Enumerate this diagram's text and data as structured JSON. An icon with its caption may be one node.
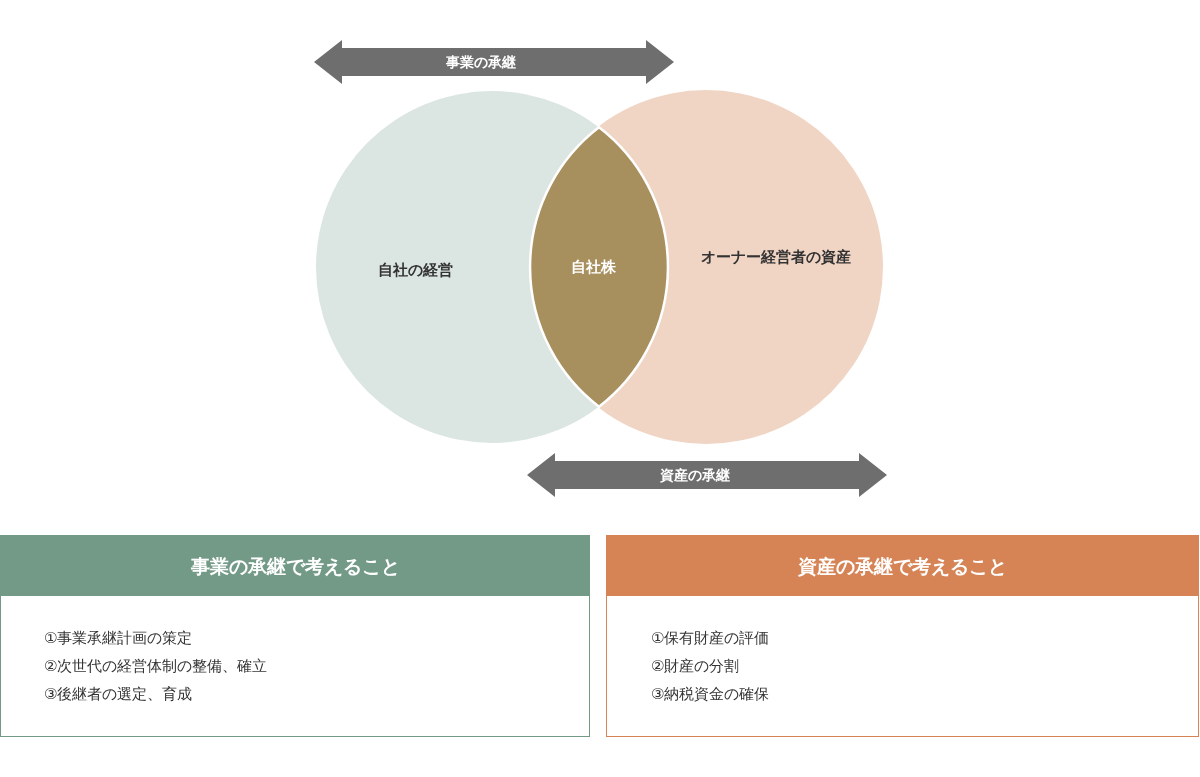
{
  "diagram": {
    "nodes": [
      {
        "text": [
          "自社の経営"
        ]
      },
      {
        "text": [
          "オーナー経営者の資産"
        ]
      },
      {
        "text": [
          "自社株"
        ]
      },
      {
        "text": [
          "事業の承継で考えること",
          "①事業承継計画の策定",
          "②次世代の経営体制の整備、確立",
          "③後継者の選定、育成"
        ]
      },
      {
        "text": [
          "資産の承継で考えること",
          "①保有財産の評価",
          "②財産の分割",
          "③納税資金の確保"
        ]
      }
    ],
    "edges": [],
    "labels": [
      "事業の承継",
      "資産の承継"
    ]
  }
}
